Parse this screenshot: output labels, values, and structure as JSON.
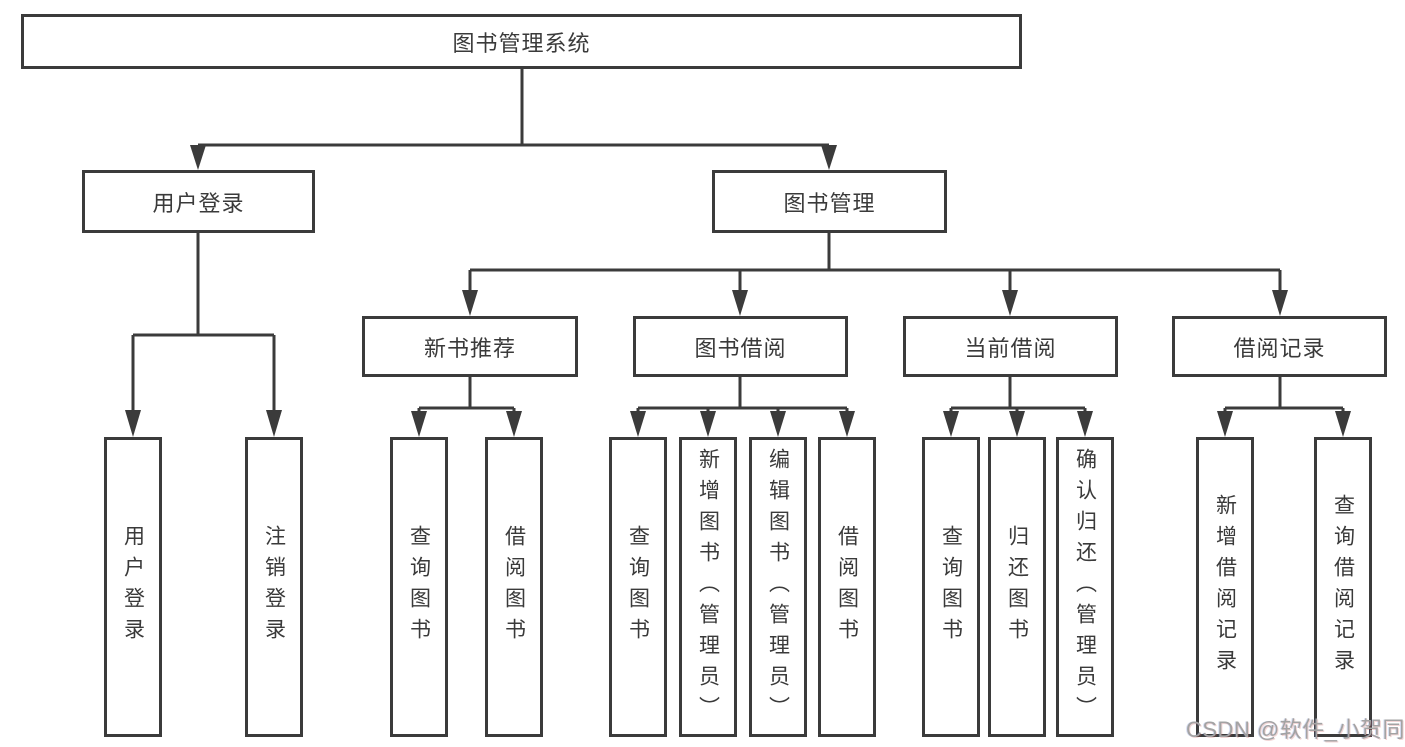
{
  "tree": {
    "label": "图书管理系统",
    "children": [
      {
        "label": "用户登录",
        "children": [
          {
            "label": "用户登录"
          },
          {
            "label": "注销登录"
          }
        ]
      },
      {
        "label": "图书管理",
        "children": [
          {
            "label": "新书推荐",
            "children": [
              {
                "label": "查询图书"
              },
              {
                "label": "借阅图书"
              }
            ]
          },
          {
            "label": "图书借阅",
            "children": [
              {
                "label": "查询图书"
              },
              {
                "label": "新增图书（管理员）"
              },
              {
                "label": "编辑图书（管理员）"
              },
              {
                "label": "借阅图书"
              }
            ]
          },
          {
            "label": "当前借阅",
            "children": [
              {
                "label": "查询图书"
              },
              {
                "label": "归还图书"
              },
              {
                "label": "确认归还（管理员）"
              }
            ]
          },
          {
            "label": "借阅记录",
            "children": [
              {
                "label": "新增借阅记录"
              },
              {
                "label": "查询借阅记录"
              }
            ]
          }
        ]
      }
    ]
  },
  "watermark": "CSDN @软件_小贺同学",
  "colors": {
    "line": "#3b3b3b",
    "text": "#3a3a3a",
    "background": "#ffffff",
    "watermark_gray": "#a3a3a3"
  }
}
